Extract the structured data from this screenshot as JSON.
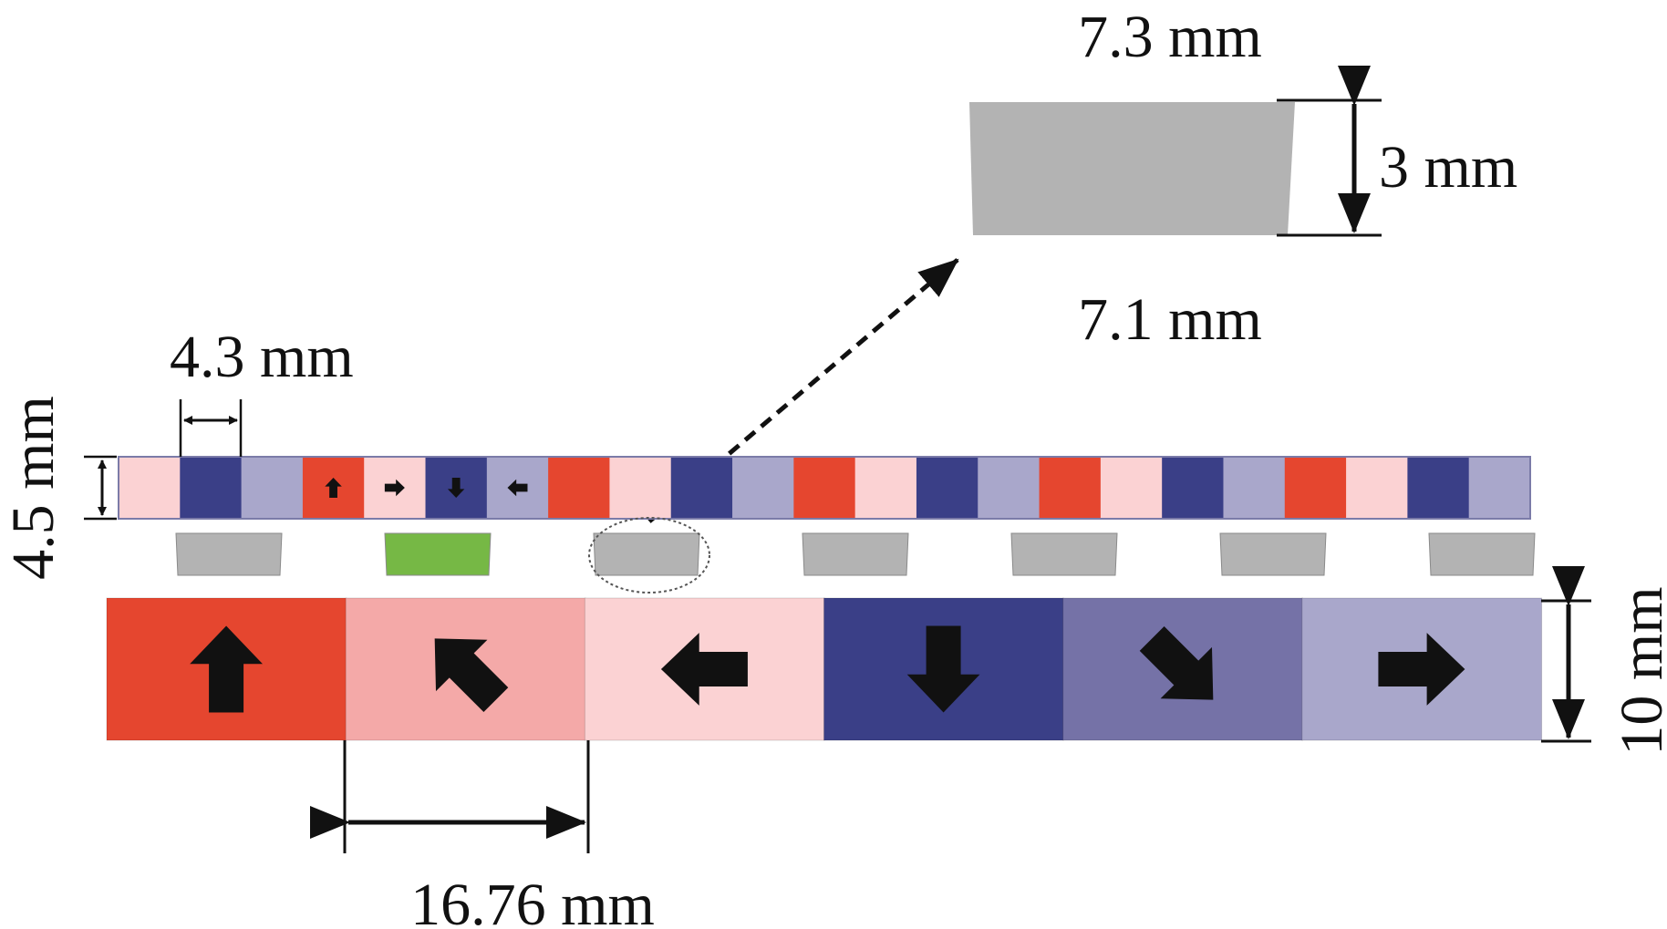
{
  "labels": {
    "block_top_width": "7.3 mm",
    "block_bottom_width": "7.1 mm",
    "block_height": "3 mm",
    "small_cell_width": "4.3 mm",
    "small_strip_height": "4.5 mm",
    "large_cell_width": "16.76 mm",
    "large_strip_height": "10 mm"
  },
  "colors": {
    "red": "#e5462f",
    "light_pink": "#fbd2d3",
    "navy": "#3a3f87",
    "lavender": "#a9a7cb",
    "salmon": "#f4a9a8",
    "purple": "#7572a7",
    "block_gray": "#b3b3b3",
    "block_green": "#76b845",
    "arrow": "#111111"
  },
  "small_strip": {
    "cells": [
      {
        "color": "light_pink",
        "icon": ""
      },
      {
        "color": "navy",
        "icon": ""
      },
      {
        "color": "lavender",
        "icon": ""
      },
      {
        "color": "red",
        "icon": "arrow-up-icon"
      },
      {
        "color": "light_pink",
        "icon": "arrow-right-icon"
      },
      {
        "color": "navy",
        "icon": "arrow-down-icon"
      },
      {
        "color": "lavender",
        "icon": "arrow-left-icon"
      },
      {
        "color": "red",
        "icon": ""
      },
      {
        "color": "light_pink",
        "icon": ""
      },
      {
        "color": "navy",
        "icon": ""
      },
      {
        "color": "lavender",
        "icon": ""
      },
      {
        "color": "red",
        "icon": ""
      },
      {
        "color": "light_pink",
        "icon": ""
      },
      {
        "color": "navy",
        "icon": ""
      },
      {
        "color": "lavender",
        "icon": ""
      },
      {
        "color": "red",
        "icon": ""
      },
      {
        "color": "light_pink",
        "icon": ""
      },
      {
        "color": "navy",
        "icon": ""
      },
      {
        "color": "lavender",
        "icon": ""
      },
      {
        "color": "red",
        "icon": ""
      },
      {
        "color": "light_pink",
        "icon": ""
      },
      {
        "color": "navy",
        "icon": ""
      },
      {
        "color": "lavender",
        "icon": ""
      }
    ]
  },
  "blocks": [
    {
      "color": "block_gray",
      "highlighted": false
    },
    {
      "color": "block_green",
      "highlighted": false
    },
    {
      "color": "block_gray",
      "highlighted": true
    },
    {
      "color": "block_gray",
      "highlighted": false
    },
    {
      "color": "block_gray",
      "highlighted": false
    },
    {
      "color": "block_gray",
      "highlighted": false
    },
    {
      "color": "block_gray",
      "highlighted": false
    }
  ],
  "large_strip": {
    "cells": [
      {
        "color": "red",
        "icon": "arrow-up-icon"
      },
      {
        "color": "salmon",
        "icon": "arrow-up-left-icon"
      },
      {
        "color": "light_pink",
        "icon": "arrow-left-icon"
      },
      {
        "color": "navy",
        "icon": "arrow-down-icon"
      },
      {
        "color": "purple",
        "icon": "arrow-down-right-icon"
      },
      {
        "color": "lavender",
        "icon": "arrow-right-icon"
      }
    ]
  }
}
